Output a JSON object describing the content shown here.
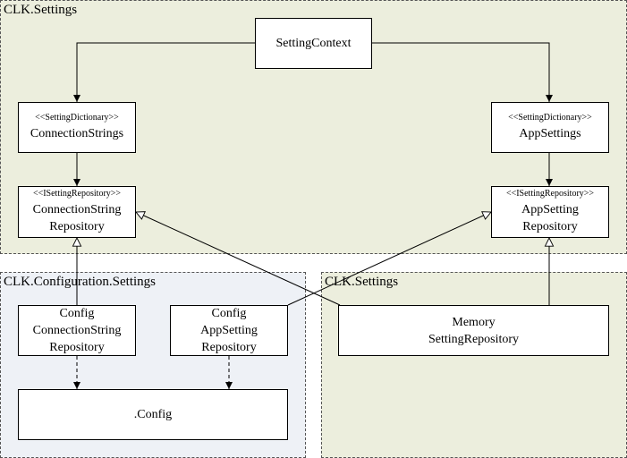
{
  "regions": {
    "settings_top": "CLK.Settings",
    "configuration": "CLK.Configuration.Settings",
    "settings_bottom": "CLK.Settings"
  },
  "colors": {
    "settings_fill": "#ECEEDD",
    "configuration_fill": "#EEF1F6",
    "box_fill": "#FFFFFF",
    "line": "#000000"
  },
  "boxes": {
    "setting_context": {
      "title": [
        "SettingContext"
      ]
    },
    "connection_strings": {
      "stereotype": "<<SettingDictionary>>",
      "title": [
        "ConnectionStrings"
      ]
    },
    "app_settings": {
      "stereotype": "<<SettingDictionary>>",
      "title": [
        "AppSettings"
      ]
    },
    "connection_string_repository": {
      "stereotype": "<<ISettingRepository>>",
      "title": [
        "ConnectionString",
        "Repository"
      ]
    },
    "app_setting_repository": {
      "stereotype": "<<ISettingRepository>>",
      "title": [
        "AppSetting",
        "Repository"
      ]
    },
    "config_connection_string_repository": {
      "title": [
        "Config",
        "ConnectionString",
        "Repository"
      ]
    },
    "config_app_setting_repository": {
      "title": [
        "Config",
        "AppSetting",
        "Repository"
      ]
    },
    "memory_setting_repository": {
      "title": [
        "Memory",
        "SettingRepository"
      ]
    },
    "config_file": {
      "title": [
        ".Config"
      ]
    }
  }
}
